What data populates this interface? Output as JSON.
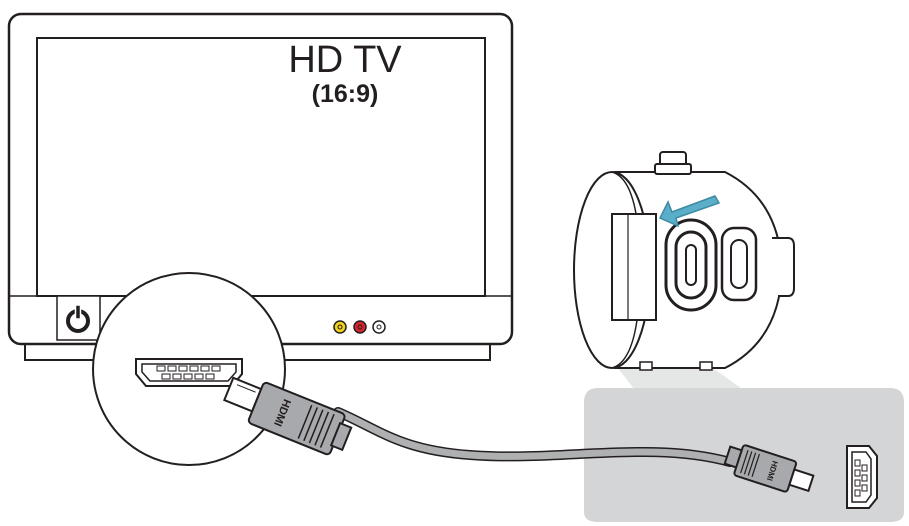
{
  "tv": {
    "title": "HD TV",
    "aspect_ratio": "(16:9)",
    "power_icon": "power-icon",
    "av_jack_colors": [
      "#f2d21b",
      "#d8232a",
      "#ffffff"
    ]
  },
  "cable": {
    "connector_text": "HDMI"
  },
  "camera": {
    "arrow_color": "#5aaec8",
    "arrow_icon": "insert-arrow-icon"
  },
  "colors": {
    "outline": "#231f20",
    "highlight_panel": "#d4d5d6",
    "cable": "#aeb0b2"
  }
}
